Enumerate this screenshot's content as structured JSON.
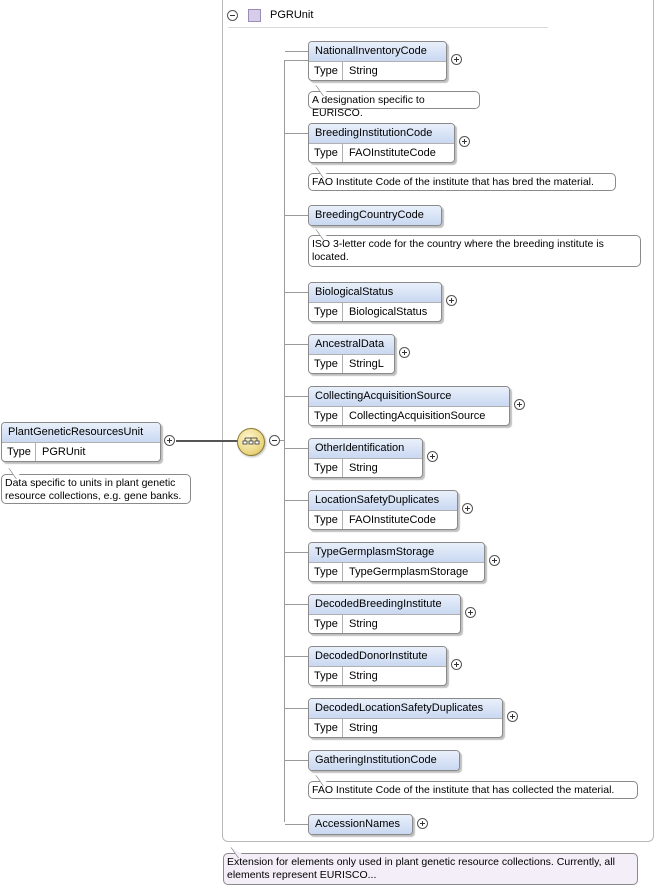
{
  "root": {
    "name": "PlantGeneticResourcesUnit",
    "type_key": "Type",
    "type_value": "PGRUnit",
    "annotation": "Data specific to units in plant genetic resource collections, e.g. gene banks."
  },
  "group": {
    "name": "PGRUnit",
    "annotation": "Extension for elements only used in plant genetic resource collections. Currently, all elements represent EURISCO..."
  },
  "type_key": "Type",
  "elements": [
    {
      "name": "NationalInventoryCode",
      "type": "String",
      "annotation": "A designation specific to EURISCO."
    },
    {
      "name": "BreedingInstitutionCode",
      "type": "FAOInstituteCode",
      "annotation": "FAO Institute Code of the institute that has bred the material."
    },
    {
      "name": "BreedingCountryCode",
      "annotation": "ISO 3-letter code for the country where the breeding institute is located."
    },
    {
      "name": "BiologicalStatus",
      "type": "BiologicalStatus"
    },
    {
      "name": "AncestralData",
      "type": "StringL"
    },
    {
      "name": "CollectingAcquisitionSource",
      "type": "CollectingAcquisitionSource"
    },
    {
      "name": "OtherIdentification",
      "type": "String"
    },
    {
      "name": "LocationSafetyDuplicates",
      "type": "FAOInstituteCode"
    },
    {
      "name": "TypeGermplasmStorage",
      "type": "TypeGermplasmStorage"
    },
    {
      "name": "DecodedBreedingInstitute",
      "type": "String"
    },
    {
      "name": "DecodedDonorInstitute",
      "type": "String"
    },
    {
      "name": "DecodedLocationSafetyDuplicates",
      "type": "String"
    },
    {
      "name": "GatheringInstitutionCode",
      "annotation": "FAO Institute Code of the institute that has collected the material."
    },
    {
      "name": "AccessionNames"
    }
  ]
}
